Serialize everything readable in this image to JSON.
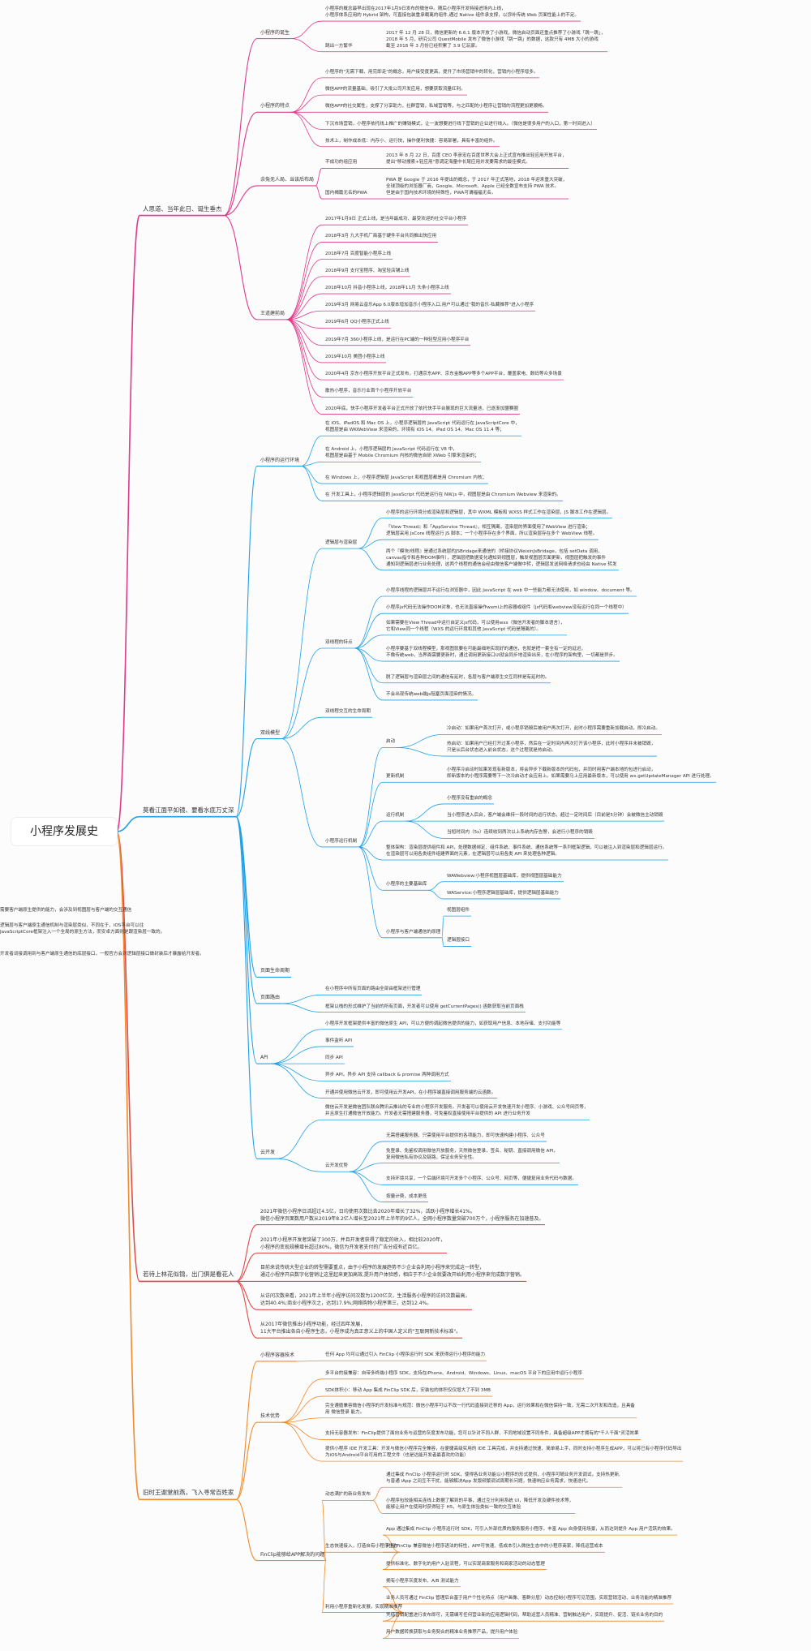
{
  "colors": {
    "pink": "#e0388a",
    "blue": "#1fa0e8",
    "red": "#e44848",
    "orange": "#f08a2a"
  },
  "root": {
    "label": "小程序发展史"
  },
  "branches": [
    {
      "id": "b1",
      "color": "pink",
      "label": "人思道、当年此日、诞生垂杰",
      "children": [
        {
          "label": "小程序的诞生",
          "children": [
            {
              "label": "小程序的概念最早出现在2017年1月9日发布的微信中。随后小程序开发特接进场内上线，\n小程序体系应用的 Hybrid 架构，可直接包装重承载离的组件,通过 Native 组件承支撑，以弥补传统 Web 页面性能上的不足。"
            },
            {
              "label": "跳出一方繁华",
              "children": [
                {
                  "label": "2017 年 12 月 28 日，微信更新的 6.6.1 版本开放了小游戏，微信启动页面还重点推荐了小游戏「跳一跳」，\n2018 年 5 月，研究公司 QuestMobile 发布了微信小游戏「跳一跳」的数据，这款只有 4MB 大小的游戏\n截至 2018 年 3 月份已经积累了 3.9 亿玩家。"
                }
              ]
            }
          ]
        },
        {
          "label": "小程序的特点",
          "children": [
            {
              "label": "小程序的\"无需下载、用完即走\"的概念，用户接受度更高，提升了市场营销中的转化，营销内小程序增多。"
            },
            {
              "label": "微信APP的流量基础，吸引了大批公司开发应用，想要获取流量红利。"
            },
            {
              "label": "微信APP的社交属性，支撑了分享助力，社群营销，私域营销等，与之匹配的小程序让营销的流程更加更顺畅。"
            },
            {
              "label": "下沉市场营销，小程序依托线上推广的赚钱模式，让一波想要进行线下营销的企业进行线入。（微信是很多用户的入口，第一时间进入）"
            },
            {
              "label": "技术上，制作成本低：内存小、运行快，操作便利快捷：容易部署，具有丰富的组件。"
            }
          ]
        },
        {
          "label": "余兔无人局、当该后布局",
          "children": [
            {
              "label": "不成功的组应用",
              "children": [
                {
                  "label": "2013 年 8 月 22 日，百度 CEO 李彦宏在百度世界大会上正式宣布推出轻应用开放平台，\n提出\"移动搜索+轻应用\"意调定海量中长尾应用并发要需求的最佳模式。"
                }
              ]
            },
            {
              "label": "国内褐篇无名的PWA",
              "children": [
                {
                  "label": "PWA 是 Google 于 2016 年提出的概念，于 2017 年正式落地，2018 年迎来重大突破，\n全球顶级的浏览器厂商，Google、Microsoft、Apple 已经全数宣布支持 PWA 技术。\n但是由于国内技术环境的特殊性，PWA可谓福福无名。"
                }
              ]
            }
          ]
        },
        {
          "label": "王道建前局",
          "children": [
            {
              "label": "2017年1月9日 正式上线，是当年最成功、最受欢迎的社交平台小程序"
            },
            {
              "label": "2018年3月 九大手机厂商基于硬件平台共同推出快应用"
            },
            {
              "label": "2018年7月 百度智能小程序上线"
            },
            {
              "label": "2018年9月 支付宝程序、淘宝轻店铺上线"
            },
            {
              "label": "2018年10月 抖音小程序上线，2018年11月 头条小程序上线"
            },
            {
              "label": "2019年3月 网易云音乐App 6.0版本增加音乐小程序入口,用户可以通过\"我的音乐-私藏推荐\"进入小程序"
            },
            {
              "label": "2019年6月 QQ小程序正式上线"
            },
            {
              "label": "2019年7月 360小程序上线，是运行在PC端的一种轻型应用小程序平台"
            },
            {
              "label": "2019年10月 美团小程序上线"
            },
            {
              "label": "2020年4月 京东小程序开放平台正式发布，打通京东APP、京东金融APP等多个APP平台，覆盖家电、数码等众多场景"
            },
            {
              "label": "散热小程序，音乐行业首个小程序开放平台"
            },
            {
              "label": "2020年底，快手小程序开发者平台正式开放了依托快手平台展现的巨大流量池，已逐渐加盟赛圈"
            }
          ]
        }
      ]
    },
    {
      "id": "b2",
      "color": "blue",
      "label": "莫看江面平如镜、要看水底万丈深",
      "children": [
        {
          "label": "小程序的运行环境",
          "children": [
            {
              "label": "在 iOS、iPadOS 和 Mac OS 上，小程序逻辑层的 JavaScript 代码运行在 JavaScriptCore 中，\n视图层是由 WKWebView 来渲染的，环境有 iOS 14、iPad OS 14、Mac OS 11.4 等；"
            },
            {
              "label": "在 Android 上，小程序逻辑层的 JavaScript 代码运行在 V8 中，\n视图层是由基于 Mobile Chromium 内核的微信自研 XWeb 引擎来渲染的；"
            },
            {
              "label": "在 Windows 上，小程序逻辑层 JavaScript 和视图层都是用 Chromium 内核；"
            },
            {
              "label": "在 开发工具上，小程序逻辑层的 JavaScript 代码是运行在 NW.js 中，视图层是由 Chromium Webview 来渲染的。"
            }
          ]
        },
        {
          "label": "双线模型",
          "children": [
            {
              "label": "逻辑层与渲染层",
              "children": [
                {
                  "label": "小程序的运行环境分成渲染层和逻辑层，其中 WXML 模板和 WXSS 样式工作在渲染层，JS 脚本工作在逻辑层。"
                },
                {
                  "label": "『View Thread』和『AppService Thread』，相互隔离，渲染层的界面使用了WebView 进行渲染；\n逻辑层采用 JsCore 线程运行 JS 脚本；一个小程序存在多个界面，所以渲染层存在多个 WebView 线程。"
                },
                {
                  "label": "两个『模块/线程』是通过系统层的JSBridage来通信的（桥接协议WeixinJsBridage，包括 setData 调用，\ncanvas指令和各种DOM事件），逻辑层把数据变化通知到视图层，触发视图层页面更新，视图层把触发的事件\n通知到逻辑层进行业务处理，这两个线程的通信会经由微信客户端做中转，逻辑层发送网络请求也经由 Native 转发"
                }
              ]
            },
            {
              "label": "双线程的特点",
              "children": [
                {
                  "label": "小程序线程的逻辑层并不运行在浏览器中，因此 JavaScript 在 web 中一些能力都无法使用，如 window、document 等。"
                },
                {
                  "label": "小程序js代码无法操作DOM对象，也无法直接操作wxml上的容器或组件（js代码和webview没有运行在同一个线程中）"
                },
                {
                  "label": "如果需要在View Thread中运行自定义js代码，可以使用wxs（微信开发者的脚本语言），\n它和View同一个线程（WXS 的运行环境和其他 JavaScript 代码是隔离的）。"
                },
                {
                  "label": "小程序要基于双线程模型，那视图就要在可能最细地实现好的通信，也就是把一套全有一定的延迟，\n不像传统web，当界面需要更新时，通过调用更新接口UI就会同步地渲染出来，在小程序的架构里，一切都是异步。"
                },
                {
                  "label": "脱了逻辑层与渲染层之间的通信有延时，各层与客户端原生交互同样是有延时的。"
                },
                {
                  "label": "不会出现传统web端js阻塞页面渲染的情况。"
                }
              ]
            },
            {
              "label": "双线程交互的生命周期"
            },
            {
              "label": "小程序运行机制",
              "children": [
                {
                  "label": "启动",
                  "children": [
                    {
                      "label": "冷启动：如果用户首次打开，或小程序销毁后被用户再次打开，此时小程序需要重新加载启动，即冷启动。"
                    },
                    {
                      "label": "热启动：如果用户已经打开过某小程序，然后在一定时间内再次打开该小程序，此时小程序并未被销毁，\n只是从后台状态进入前台状态，这个过程就是热启动。"
                    }
                  ]
                },
                {
                  "label": "更新机制",
                  "children": [
                    {
                      "label": "小程序冷启动时如果发现有新版本，将会异步下载新版本的代码包，并同时用客户端本地的包进行启动，\n即新版本的小程序需要等下一次冷启动才会应用上。如果需要马上应用最新版本，可以使用 wx.getUpdateManager API 进行处理。"
                    }
                  ]
                },
                {
                  "label": "运行机制",
                  "children": [
                    {
                      "label": "小程序没有重启的概念"
                    },
                    {
                      "label": "当小程序进入后台，客户端会维持一段时间的运行状态，超过一定时间后（目前是5分钟）会被微信主动销毁"
                    },
                    {
                      "label": "当短时间内（5s）连续收到两次以上系统内存告警，会进行小程序的销毁"
                    }
                  ]
                },
                {
                  "label": "整体架构：渲染层提供组件和 API，处理数据绑定、组件系统、事件系统、通信系统等一系列框架逻辑，可以被注入到渲染层和逻辑层运行。\n在渲染层可以用各类组件组建界面的元素，在逻辑层可以用各类 API 来处理各种逻辑。"
                },
                {
                  "label": "小程序的主要基础库",
                  "children": [
                    {
                      "label": "WAWebview:小程序视图层基础库，提供视图层基础能力"
                    },
                    {
                      "label": "WAService:小程序逻辑层基础库，提供逻辑层基础能力"
                    }
                  ]
                },
                {
                  "label": "小程序与客户端通信的原理",
                  "children": [
                    {
                      "label": "视图层组件",
                      "children": [
                        {
                          "label": "需要客户端原生提供的能力，会涉及到视图层与客户端的交互通信"
                        }
                      ]
                    },
                    {
                      "label": "逻辑层接口",
                      "children": [
                        {
                          "label": "逻辑层与客户端原生通信机制与渲染层类似，不同在于，iOS平台可以往\nJavaScriptCore框架注入一个全局的原生方法，而安卓方面则是跟渲染层一致的。"
                        },
                        {
                          "label": "开发者词接调用到与客户端原生通信的底层接口，一般官方会对逻辑层接口做封装后才暴露给开发者。"
                        }
                      ]
                    }
                  ]
                }
              ]
            }
          ]
        },
        {
          "label": "页面生命周期"
        },
        {
          "label": "页面路由",
          "children": [
            {
              "label": "在小程序中所有页面的路由全部由框架进行管理"
            },
            {
              "label": "框架以栈的形式维护了当前的所有页面，开发者可以使用 getCurrentPages() 函数获取当前页面栈"
            }
          ]
        },
        {
          "label": "API",
          "children": [
            {
              "label": "小程序开发框架提供丰富的微信原生 API，可以方便的调起微信提供的能力，如获取用户信息、本地存储、支付功能等"
            },
            {
              "label": "事件监听 API"
            },
            {
              "label": "同步 API"
            },
            {
              "label": "异步 API。异步 API 支持 callback & promise 两种调用方式"
            },
            {
              "label": "开通并使用微信云开发，即可使用云开发API，在小程序端直接调用服务端的云函数。"
            }
          ]
        },
        {
          "label": "云开发",
          "children": [
            {
              "label": "微信云开发是微信团队联合腾讯云推出的专业的小程序开发服务。开发者可以使用云开发快速开发小程序、小游戏、公众号网页等，\n并且原生打通微信开放能力。开发者无需搭建服务器，可免鉴权直接使用平台提供的 API 进行业务开发"
            },
            {
              "label": "云开发优势",
              "children": [
                {
                  "label": "无需搭建服务器，只需使用平台提供的各项能力，即可快速构建小程序、公众号"
                },
                {
                  "label": "免登录、免鉴权调用微信开放服务，天然微信登录，签名、秘钥、直接调用微信 API，\n复用微信私有协议及链路，保证业务安全性。"
                },
                {
                  "label": "支持环境共享，一个后端环境可开发多个小程序、公众号、网页等，便捷复用业务代码与数据。"
                },
                {
                  "label": "按量计费，成本更低"
                }
              ]
            }
          ]
        }
      ]
    },
    {
      "id": "b3",
      "color": "red",
      "label": "若待上林花似锦，出门俱是看花人",
      "children": [
        {
          "label": "2021年微信小程序日活超过4.5亿，日均使用次数比去2020年增长了32%，活跃小程序增长41%。\n微信小程序页面数用户数从2019年8.2亿人增长至2021年上半年的9亿人，全网小程序数量突破700万个，小程序服务在加速普及。"
        },
        {
          "label": "2021年小程序开发者突破了300万，并且开发者获得了稳定的收入，相比较2020年，\n小程序的变现规模增长超过80%，微信为开发者支付的广告分成有近百亿。"
        },
        {
          "label": "目前来说传统大型企业的转型需要重点，由于小程序的发展趋势不少企业会利用小程序来完成这一转型，\n通过小程序开启数字化营销让这里起来更加高效,提升用户体验感，相应于不少企业就要改开始利用小程序来完成数字营销。"
        },
        {
          "label": "从访问次数来看，2021年上半年小程序访问次数为1200亿次，生活服务小程序的访问次数最高，\n达到40.4%;商业小程序次之，达到17.9%;网络购物小程序第三，达到12.4%。"
        },
        {
          "label": "从2017年微信推出小程序功能，经过四年发展，\n11大平台推出各自小程序生态，小程序成为真正意义上的中国人定义的\"互联网新技术标准\"。"
        }
      ]
    },
    {
      "id": "b4",
      "color": "orange",
      "label": "旧时王谢堂前燕，飞入寻常百姓家",
      "children": [
        {
          "label": "小程序容器技术",
          "children": [
            {
              "label": "任何 App 均可以通过引入 FinClip 小程序运行时 SDK 来获得运行小程序的能力"
            }
          ]
        },
        {
          "label": "技术优势",
          "children": [
            {
              "label": "多平台的接兼容：自带多终端小程序 SDK，支持在iPhone、Android、Windows、Linux、macOS 平台下的应用中运行小程序"
            },
            {
              "label": "SDK体积小：移动 App 集成 FinClip SDK 后，安装包的体积仅仅增大了不到 3MB"
            },
            {
              "label": "完全遵循兼容微信小程序的开发标准与规范：微信小程序可以不改一行代码直接到迁移的 App，运行效果和在微信保持一致，无需二次开发和改造，且具备\n用 微信登录 能力。"
            },
            {
              "label": "支持无容器发布：FinClip提供了面向业务与运营的灰度发布功能，您可以针对不同人群、不同地域设置不同条件，具备超级APP才拥有的\"千人千面\"灵活效果"
            },
            {
              "label": "提供小程序 IDE 开发工具：开发与微信小程序完全兼容，在便捷高级实用的 IDE 工具完成，并支持通过快速、简单易上手，同时支持小程序生成APP，可以将已有小程序代码导出\n为iOS与Android平台可用的工程文件（也是达能开发者最喜欢的功能）"
            }
          ]
        },
        {
          "label": "FinClip能够给APP解决的问题",
          "children": [
            {
              "label": "动态满扩的新业务发布",
              "children": [
                {
                  "label": "通过集成 FinClip 小程序运行时 SDK，使得各业务功能以小程序的形式提供，小程序可随业务开发调试，支持热更新,\n与普通 iApp 之间互不干扰，能够解决App 发版频繁调试周期长问题，快速响应业务需求，快速迭代。"
                },
                {
                  "label": "小程序包较能相关连线上数据了解到的平事，通过互分利用系统 UI，降低开发及硬件技术等，\n能够让用户在使用时获得轻于 H5，与原生体验类似一致的交互体验"
                }
              ]
            },
            {
              "label": "生态快速接入，打造自有小程序生态",
              "children": [
                {
                  "label": "App 通过集成 FinClip 小程序运行时 SDK，可引入外部优质的服务服务小程序，丰富 App 自身使用场景，从而达到提升 App 用户活跃的效果。"
                },
                {
                  "label": "利用 FinClip 兼容微信小程序语法的特性，APP可快速、低成本引入微信生态中的小程序商家，降低运营成本"
                },
                {
                  "label": "提供标准化、数字化的用户入驻流程，可以实现商家服务和商家活动的动态管理"
                }
              ]
            },
            {
              "label": "利用小程序重新化发展，实现精准推荐",
              "children": [
                {
                  "label": "拥有小程序灰度发布、A/B 测试能力"
                },
                {
                  "label": "业务人员可通过 FinClip 管理后台基于用户个性化特点（用户画像、客群分层）动态控制小程序可见范围，实现营销活动、业务功能的精准推荐"
                },
                {
                  "label": "凭借营销配置进行发布即可，无需编写任何营业新的应用逻辑代码，帮助运营人员精准、营制触达用户，实现提升、促活、链长业务的目的"
                },
                {
                  "label": "用户数据转换获取与业务契合的精准业务推荐产品，提升用户体验"
                }
              ]
            }
          ]
        }
      ]
    }
  ]
}
